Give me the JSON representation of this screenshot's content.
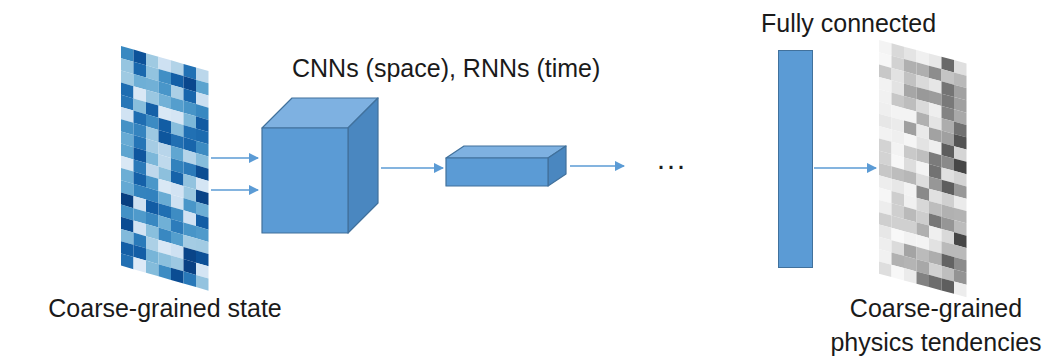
{
  "diagram": {
    "nodes": [
      {
        "text": [
          "Coarse-grained state"
        ]
      },
      {
        "text": [
          "CNNs (space), RNNs (time)"
        ]
      },
      {
        "text": [
          "Fully connected"
        ]
      },
      {
        "text": [
          "Coarse-grained physics tendencies"
        ]
      }
    ],
    "edges": [
      {
        "from": 0,
        "to": 1,
        "arrow": "to"
      },
      {
        "from": 0,
        "to": 1,
        "arrow": "to"
      },
      {
        "from": 2,
        "to": 3,
        "arrow": "to"
      }
    ],
    "labels": [
      "···"
    ]
  }
}
